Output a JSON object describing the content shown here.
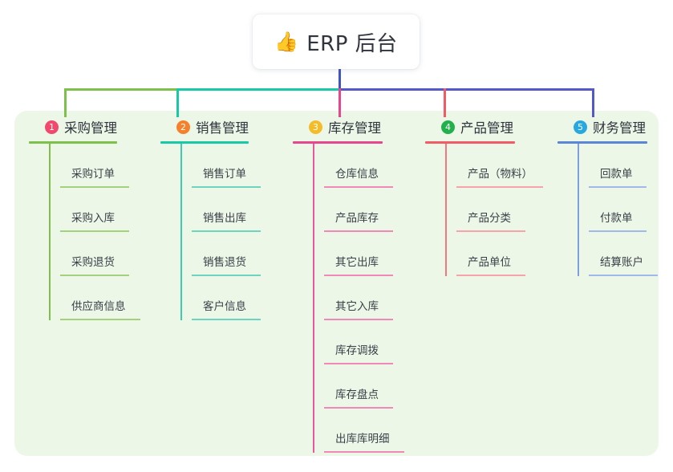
{
  "diagram": {
    "title": "ERP 后台",
    "title_icon": "thumbs-up-icon",
    "title_emoji": "👍",
    "panel_color": "#edf7e8",
    "root_connector_color": "#4054c4"
  },
  "connectors": {
    "bar_segments": [
      {
        "name": "green-segment",
        "color": "#7ec14a"
      },
      {
        "name": "teal-segment",
        "color": "#18c9a8"
      },
      {
        "name": "blue-segment",
        "color": "#5458c8"
      }
    ]
  },
  "columns": [
    {
      "index": "1",
      "title": "采购管理",
      "badge_color": "#f1486b",
      "line_color": "#7ec14a",
      "drop_color": "#7ec14a",
      "items": [
        "采购订单",
        "采购入库",
        "采购退货",
        "供应商信息"
      ]
    },
    {
      "index": "2",
      "title": "销售管理",
      "badge_color": "#f5822a",
      "line_color": "#18c9a8",
      "drop_color": "#18c9a8",
      "items": [
        "销售订单",
        "销售出库",
        "销售退货",
        "客户信息"
      ]
    },
    {
      "index": "3",
      "title": "库存管理",
      "badge_color": "#f5bc2a",
      "line_color": "#e8458e",
      "drop_color": "#e8458e",
      "items": [
        "仓库信息",
        "产品库存",
        "其它出库",
        "其它入库",
        "库存调拨",
        "库存盘点",
        "出库库明细"
      ]
    },
    {
      "index": "4",
      "title": "产品管理",
      "badge_color": "#21b04b",
      "line_color": "#f15b66",
      "drop_color": "#f15b66",
      "items": [
        "产品（物料）",
        "产品分类",
        "产品单位"
      ]
    },
    {
      "index": "5",
      "title": "财务管理",
      "badge_color": "#29a8e0",
      "line_color": "#5b86d8",
      "drop_color": "#5458c8",
      "items": [
        "回款单",
        "付款单",
        "结算账户"
      ]
    }
  ]
}
